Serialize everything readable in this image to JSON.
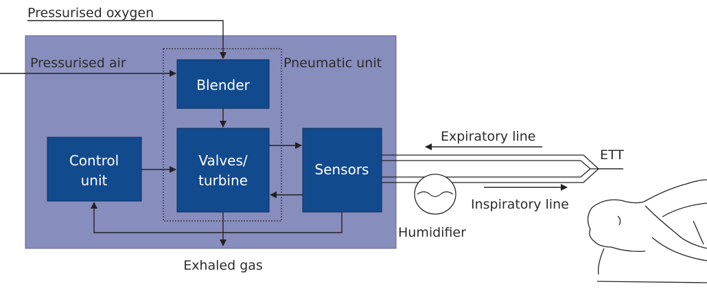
{
  "labels": {
    "pressurised_oxygen": "Pressurised oxygen",
    "pressurised_air": "Pressurised air",
    "pneumatic_unit": "Pneumatic unit",
    "exhaled_gas": "Exhaled gas",
    "expiratory_line": "Expiratory line",
    "inspiratory_line": "Inspiratory line",
    "ett": "ETT",
    "humidifier": "Humidifier"
  },
  "boxes": {
    "blender": [
      "Blender"
    ],
    "control_unit": [
      "Control",
      "unit"
    ],
    "valves_turbine": [
      "Valves/",
      "turbine"
    ],
    "sensors": [
      "Sensors"
    ]
  },
  "colors": {
    "panel": "#878dbd",
    "box": "#124a8e",
    "line": "#222222"
  }
}
